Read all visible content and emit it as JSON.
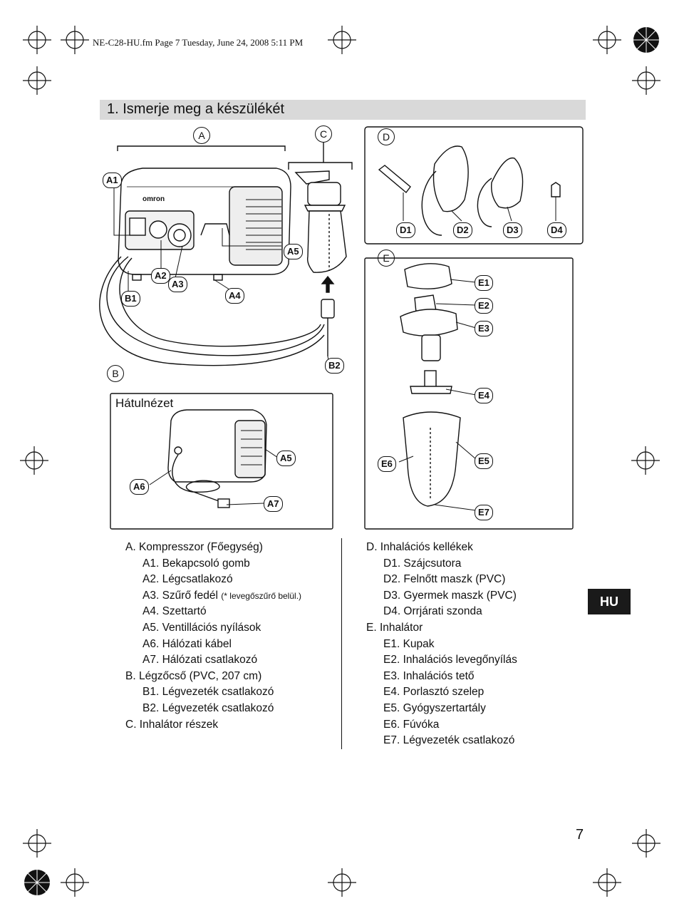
{
  "header": {
    "text": "NE-C28-HU.fm  Page 7  Tuesday, June 24, 2008  5:11 PM"
  },
  "section": {
    "title": "1.  Ismerje meg a készülékét"
  },
  "figure": {
    "group_labels": {
      "a": "A",
      "c": "C",
      "d": "D",
      "e": "E",
      "b": "B"
    },
    "callouts": {
      "a1": "A1",
      "a2": "A2",
      "a3": "A3",
      "a4": "A4",
      "a5": "A5",
      "a5b": "A5",
      "a6": "A6",
      "a7": "A7",
      "b1": "B1",
      "b2": "B2",
      "d1": "D1",
      "d2": "D2",
      "d3": "D3",
      "d4": "D4",
      "e1": "E1",
      "e2": "E2",
      "e3": "E3",
      "e4": "E4",
      "e5": "E5",
      "e6": "E6",
      "e7": "E7"
    },
    "back_view_label": "Hátulnézet"
  },
  "list_left": {
    "a": "A.  Kompresszor (Főegység)",
    "a1": "A1. Bekapcsoló gomb",
    "a2": "A2. Légcsatlakozó",
    "a3_main": "A3. Szűrő fedél ",
    "a3_note": "(* levegőszűrő belül.)",
    "a4": "A4. Szettartó",
    "a5": "A5. Ventillációs nyílások",
    "a6": "A6. Hálózati kábel",
    "a7": "A7. Hálózati csatlakozó",
    "b": "B.  Légzőcső (PVC, 207 cm)",
    "b1": "B1. Légvezeték csatlakozó",
    "b2": "B2. Légvezeték csatlakozó",
    "c": "C.  Inhalátor részek"
  },
  "list_right": {
    "d": "D.  Inhalációs kellékek",
    "d1": "D1. Szájcsutora",
    "d2": "D2. Felnőtt maszk (PVC)",
    "d3": "D3. Gyermek maszk (PVC)",
    "d4": "D4. Orrjárati szonda",
    "e": "E.  Inhalátor",
    "e1": "E1. Kupak",
    "e2": "E2. Inhalációs levegőnyílás",
    "e3": "E3. Inhalációs tető",
    "e4": "E4. Porlasztó szelep",
    "e5": "E5. Gyógyszertartály",
    "e6": "E6. Fúvóka",
    "e7": "E7. Légvezeték csatlakozó"
  },
  "badge": "HU",
  "page_number": "7",
  "device": {
    "brand": "omron"
  }
}
